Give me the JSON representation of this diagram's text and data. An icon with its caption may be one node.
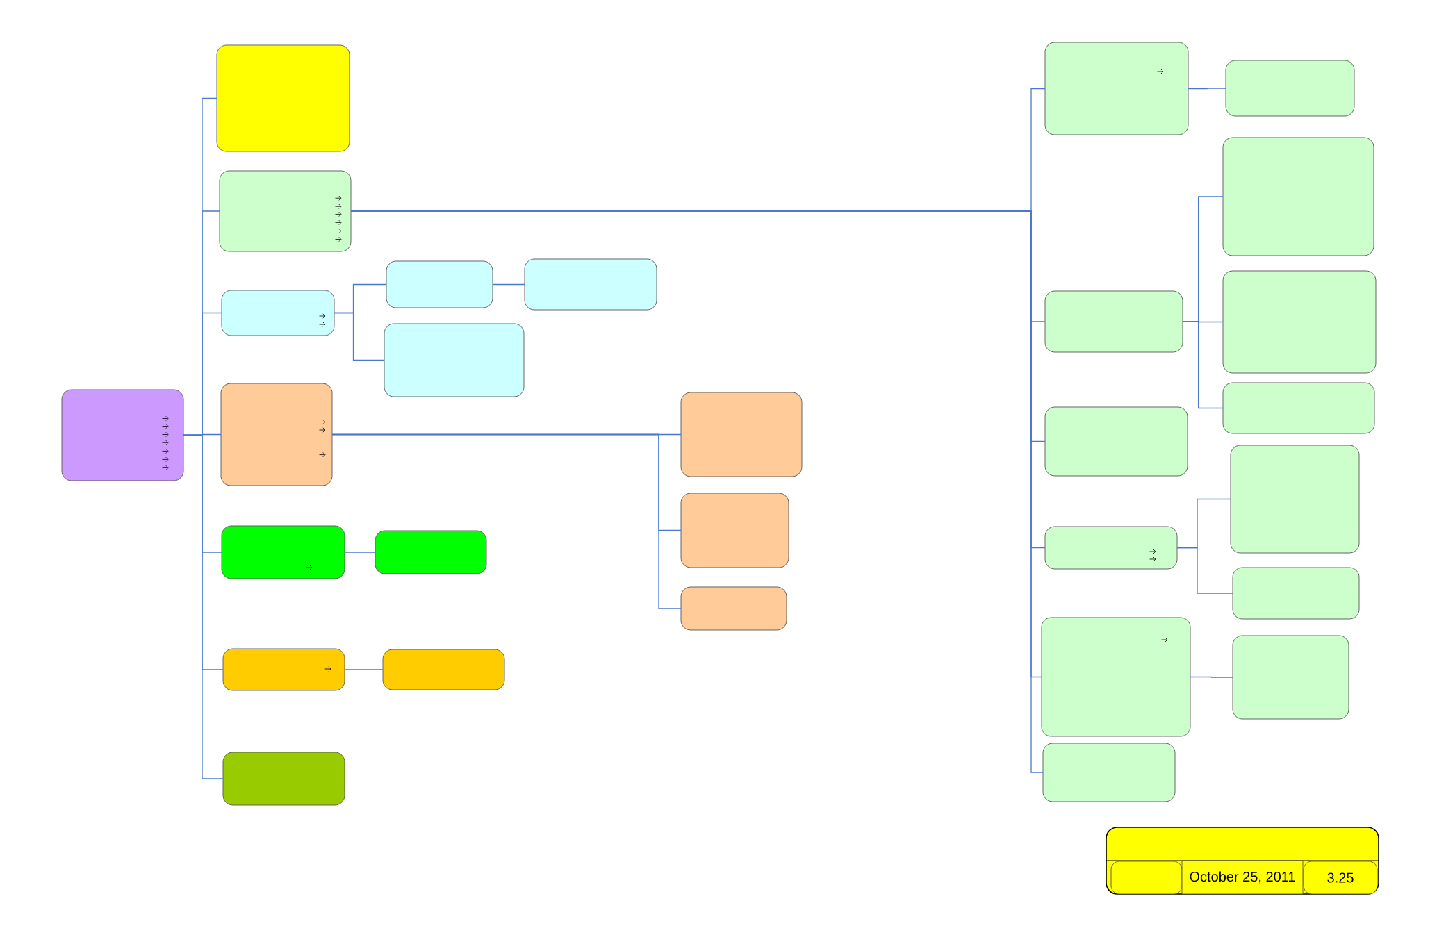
{
  "diagram": {
    "nodes": [
      {
        "text": [],
        "shape": "box"
      },
      {
        "text": [],
        "shape": "box"
      },
      {
        "text": [],
        "shape": "box"
      },
      {
        "text": [],
        "shape": "box"
      },
      {
        "text": [],
        "shape": "box"
      },
      {
        "text": [],
        "shape": "box"
      },
      {
        "text": [],
        "shape": "box"
      },
      {
        "text": [],
        "shape": "box"
      },
      {
        "text": [],
        "shape": "box"
      },
      {
        "text": [],
        "shape": "box"
      },
      {
        "text": [],
        "shape": "box"
      },
      {
        "text": [],
        "shape": "box"
      },
      {
        "text": [],
        "shape": "box"
      },
      {
        "text": [],
        "shape": "box"
      },
      {
        "text": [],
        "shape": "box"
      },
      {
        "text": [],
        "shape": "box"
      },
      {
        "text": [],
        "shape": "box"
      },
      {
        "text": [],
        "shape": "box"
      },
      {
        "text": [],
        "shape": "box"
      },
      {
        "text": [],
        "shape": "box"
      },
      {
        "text": [],
        "shape": "box"
      },
      {
        "text": [],
        "shape": "box"
      },
      {
        "text": [],
        "shape": "box"
      },
      {
        "text": [],
        "shape": "box"
      },
      {
        "text": [],
        "shape": "box"
      },
      {
        "text": [],
        "shape": "box"
      },
      {
        "text": [],
        "shape": "box"
      },
      {
        "text": [],
        "shape": "box"
      },
      {
        "text": [],
        "shape": "box"
      },
      {
        "text": [],
        "shape": "box"
      },
      {
        "text": [],
        "shape": "box",
        "in": 29
      },
      {
        "text": [
          "October 25, 2011"
        ],
        "in": 29
      },
      {
        "text": [
          "3.25"
        ],
        "in": 29
      }
    ],
    "edges": [
      {
        "from": 0,
        "to": 1,
        "arrow": "none"
      },
      {
        "from": 0,
        "to": 2,
        "arrow": "none"
      },
      {
        "from": 0,
        "to": 3,
        "arrow": "none"
      },
      {
        "from": 0,
        "to": 7,
        "arrow": "none"
      },
      {
        "from": 0,
        "to": 11,
        "arrow": "none"
      },
      {
        "from": 0,
        "to": 13,
        "arrow": "none"
      },
      {
        "from": 0,
        "to": 15,
        "arrow": "none"
      },
      {
        "from": 2,
        "to": 16,
        "arrow": "none"
      },
      {
        "from": 2,
        "to": 18,
        "arrow": "none"
      },
      {
        "from": 2,
        "to": 22,
        "arrow": "none"
      },
      {
        "from": 2,
        "to": 23,
        "arrow": "none"
      },
      {
        "from": 2,
        "to": 26,
        "arrow": "none"
      },
      {
        "from": 2,
        "to": 28,
        "arrow": "none"
      },
      {
        "from": 3,
        "to": 4,
        "arrow": "none"
      },
      {
        "from": 3,
        "to": 6,
        "arrow": "none"
      },
      {
        "from": 4,
        "to": 5,
        "arrow": "none"
      },
      {
        "from": 7,
        "to": 8,
        "arrow": "none"
      },
      {
        "from": 7,
        "to": 9,
        "arrow": "none"
      },
      {
        "from": 7,
        "to": 10,
        "arrow": "none"
      },
      {
        "from": 11,
        "to": 12,
        "arrow": "none"
      },
      {
        "from": 13,
        "to": 14,
        "arrow": "none"
      },
      {
        "from": 16,
        "to": 17,
        "arrow": "none"
      },
      {
        "from": 18,
        "to": 19,
        "arrow": "none"
      },
      {
        "from": 18,
        "to": 20,
        "arrow": "none"
      },
      {
        "from": 18,
        "to": 21,
        "arrow": "none"
      },
      {
        "from": 23,
        "to": 24,
        "arrow": "none"
      },
      {
        "from": 23,
        "to": 25,
        "arrow": "none"
      },
      {
        "from": 26,
        "to": 27,
        "arrow": "none"
      }
    ]
  }
}
